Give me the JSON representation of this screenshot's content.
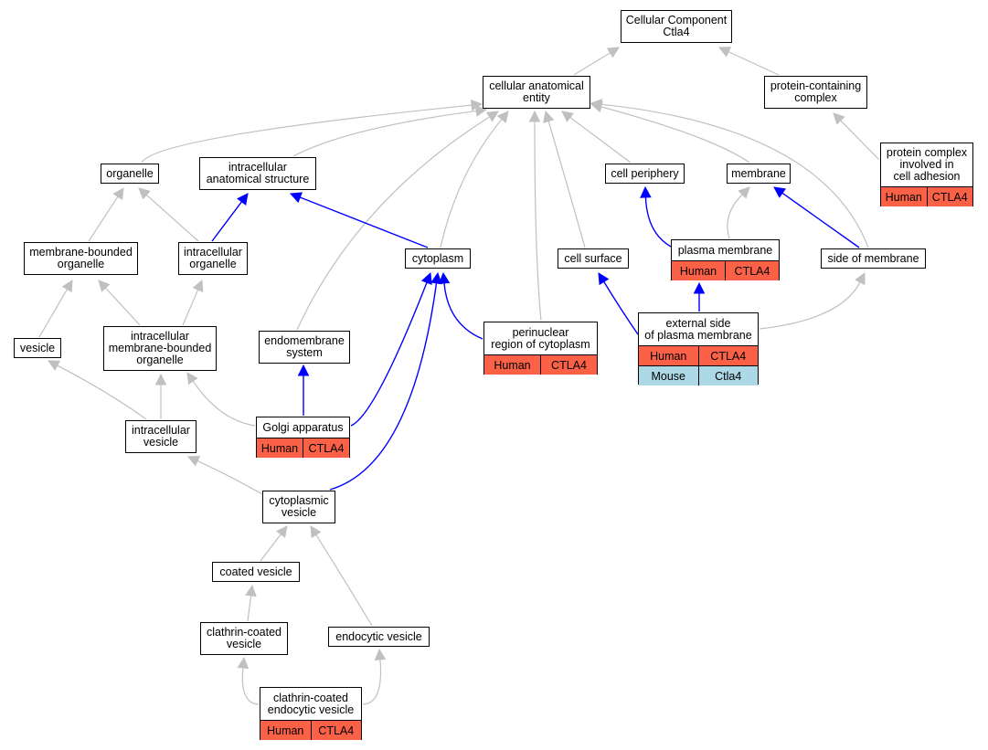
{
  "colors": {
    "edge_gray": "#c0c0c0",
    "edge_blue": "#0000ff",
    "human": "#fa6146",
    "mouse": "#add8e6"
  },
  "nodes": [
    {
      "id": "cellular-component",
      "label": "Cellular Component\nCtla4",
      "rows": []
    },
    {
      "id": "cellular-anatomical-entity",
      "label": "cellular anatomical\nentity",
      "rows": []
    },
    {
      "id": "protein-containing-complex",
      "label": "protein-containing\ncomplex",
      "rows": []
    },
    {
      "id": "protein-complex-cell-adhesion",
      "label": "protein complex\ninvolved in\ncell adhesion",
      "rows": [
        {
          "species": "Human",
          "gene": "CTLA4",
          "color": "human"
        }
      ]
    },
    {
      "id": "organelle",
      "label": "organelle",
      "rows": []
    },
    {
      "id": "intracellular-anatomical-structure",
      "label": "intracellular\nanatomical structure",
      "rows": []
    },
    {
      "id": "cell-periphery",
      "label": "cell periphery",
      "rows": []
    },
    {
      "id": "membrane",
      "label": "membrane",
      "rows": []
    },
    {
      "id": "membrane-bounded-organelle",
      "label": "membrane-bounded\norganelle",
      "rows": []
    },
    {
      "id": "intracellular-organelle",
      "label": "intracellular\norganelle",
      "rows": []
    },
    {
      "id": "cytoplasm",
      "label": "cytoplasm",
      "rows": []
    },
    {
      "id": "cell-surface",
      "label": "cell surface",
      "rows": []
    },
    {
      "id": "plasma-membrane",
      "label": "plasma membrane",
      "rows": [
        {
          "species": "Human",
          "gene": "CTLA4",
          "color": "human"
        }
      ]
    },
    {
      "id": "side-of-membrane",
      "label": "side of membrane",
      "rows": []
    },
    {
      "id": "vesicle",
      "label": "vesicle",
      "rows": []
    },
    {
      "id": "intracellular-membrane-bounded-organelle",
      "label": "intracellular\nmembrane-bounded\norganelle",
      "rows": []
    },
    {
      "id": "endomembrane-system",
      "label": "endomembrane\nsystem",
      "rows": []
    },
    {
      "id": "perinuclear-region",
      "label": "perinuclear\nregion of cytoplasm",
      "rows": [
        {
          "species": "Human",
          "gene": "CTLA4",
          "color": "human"
        }
      ]
    },
    {
      "id": "external-side-plasma-membrane",
      "label": "external side\nof plasma membrane",
      "rows": [
        {
          "species": "Human",
          "gene": "CTLA4",
          "color": "human"
        },
        {
          "species": "Mouse",
          "gene": "Ctla4",
          "color": "mouse"
        }
      ]
    },
    {
      "id": "intracellular-vesicle",
      "label": "intracellular\nvesicle",
      "rows": []
    },
    {
      "id": "golgi-apparatus",
      "label": "Golgi apparatus",
      "rows": [
        {
          "species": "Human",
          "gene": "CTLA4",
          "color": "human"
        }
      ]
    },
    {
      "id": "cytoplasmic-vesicle",
      "label": "cytoplasmic\nvesicle",
      "rows": []
    },
    {
      "id": "coated-vesicle",
      "label": "coated vesicle",
      "rows": []
    },
    {
      "id": "clathrin-coated-vesicle",
      "label": "clathrin-coated\nvesicle",
      "rows": []
    },
    {
      "id": "endocytic-vesicle",
      "label": "endocytic vesicle",
      "rows": []
    },
    {
      "id": "clathrin-coated-endocytic-vesicle",
      "label": "clathrin-coated\nendocytic vesicle",
      "rows": [
        {
          "species": "Human",
          "gene": "CTLA4",
          "color": "human"
        }
      ]
    }
  ],
  "edges": [
    {
      "from": "cellular-anatomical-entity",
      "to": "cellular-component",
      "color": "edge_gray"
    },
    {
      "from": "protein-containing-complex",
      "to": "cellular-component",
      "color": "edge_gray"
    },
    {
      "from": "protein-complex-cell-adhesion",
      "to": "protein-containing-complex",
      "color": "edge_gray"
    },
    {
      "from": "organelle",
      "to": "cellular-anatomical-entity",
      "color": "edge_gray"
    },
    {
      "from": "intracellular-anatomical-structure",
      "to": "cellular-anatomical-entity",
      "color": "edge_gray"
    },
    {
      "from": "cell-periphery",
      "to": "cellular-anatomical-entity",
      "color": "edge_gray"
    },
    {
      "from": "membrane",
      "to": "cellular-anatomical-entity",
      "color": "edge_gray"
    },
    {
      "from": "side-of-membrane",
      "to": "cellular-anatomical-entity",
      "color": "edge_gray"
    },
    {
      "from": "cytoplasm",
      "to": "cellular-anatomical-entity",
      "color": "edge_gray"
    },
    {
      "from": "cell-surface",
      "to": "cellular-anatomical-entity",
      "color": "edge_gray"
    },
    {
      "from": "perinuclear-region",
      "to": "cellular-anatomical-entity",
      "color": "edge_gray"
    },
    {
      "from": "endomembrane-system",
      "to": "cellular-anatomical-entity",
      "color": "edge_gray"
    },
    {
      "from": "membrane-bounded-organelle",
      "to": "organelle",
      "color": "edge_gray"
    },
    {
      "from": "intracellular-organelle",
      "to": "organelle",
      "color": "edge_gray"
    },
    {
      "from": "intracellular-organelle",
      "to": "intracellular-anatomical-structure",
      "color": "edge_blue"
    },
    {
      "from": "cytoplasm",
      "to": "intracellular-anatomical-structure",
      "color": "edge_blue"
    },
    {
      "from": "plasma-membrane",
      "to": "cell-periphery",
      "color": "edge_blue"
    },
    {
      "from": "plasma-membrane",
      "to": "membrane",
      "color": "edge_gray"
    },
    {
      "from": "side-of-membrane",
      "to": "membrane",
      "color": "edge_blue"
    },
    {
      "from": "vesicle",
      "to": "membrane-bounded-organelle",
      "color": "edge_gray"
    },
    {
      "from": "intracellular-membrane-bounded-organelle",
      "to": "membrane-bounded-organelle",
      "color": "edge_gray"
    },
    {
      "from": "intracellular-membrane-bounded-organelle",
      "to": "intracellular-organelle",
      "color": "edge_gray"
    },
    {
      "from": "external-side-plasma-membrane",
      "to": "cell-surface",
      "color": "edge_blue"
    },
    {
      "from": "external-side-plasma-membrane",
      "to": "plasma-membrane",
      "color": "edge_blue"
    },
    {
      "from": "external-side-plasma-membrane",
      "to": "side-of-membrane",
      "color": "edge_gray"
    },
    {
      "from": "perinuclear-region",
      "to": "cytoplasm",
      "color": "edge_blue"
    },
    {
      "from": "golgi-apparatus",
      "to": "cytoplasm",
      "color": "edge_blue"
    },
    {
      "from": "cytoplasmic-vesicle",
      "to": "cytoplasm",
      "color": "edge_blue"
    },
    {
      "from": "golgi-apparatus",
      "to": "endomembrane-system",
      "color": "edge_blue"
    },
    {
      "from": "golgi-apparatus",
      "to": "intracellular-membrane-bounded-organelle",
      "color": "edge_gray"
    },
    {
      "from": "intracellular-vesicle",
      "to": "vesicle",
      "color": "edge_gray"
    },
    {
      "from": "intracellular-vesicle",
      "to": "intracellular-membrane-bounded-organelle",
      "color": "edge_gray"
    },
    {
      "from": "cytoplasmic-vesicle",
      "to": "intracellular-vesicle",
      "color": "edge_gray"
    },
    {
      "from": "coated-vesicle",
      "to": "cytoplasmic-vesicle",
      "color": "edge_gray"
    },
    {
      "from": "endocytic-vesicle",
      "to": "cytoplasmic-vesicle",
      "color": "edge_gray"
    },
    {
      "from": "clathrin-coated-vesicle",
      "to": "coated-vesicle",
      "color": "edge_gray"
    },
    {
      "from": "clathrin-coated-endocytic-vesicle",
      "to": "clathrin-coated-vesicle",
      "color": "edge_gray"
    },
    {
      "from": "clathrin-coated-endocytic-vesicle",
      "to": "endocytic-vesicle",
      "color": "edge_gray"
    }
  ]
}
